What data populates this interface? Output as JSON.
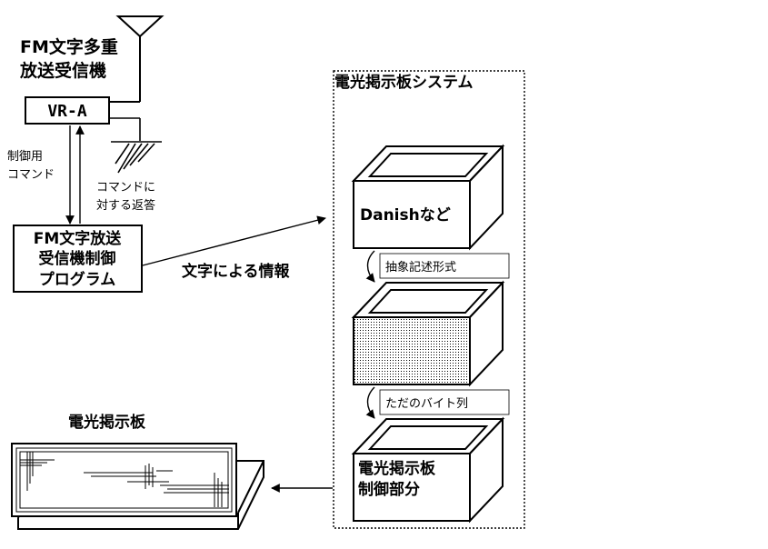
{
  "receiver": {
    "title_line1": "FM文字多重",
    "title_line2": "放送受信機",
    "device_label": "VR-A"
  },
  "links": {
    "control_command_line1": "制御用",
    "control_command_line2": "コマンド",
    "response_line1": "コマンドに",
    "response_line2": "対する返答",
    "text_info": "文字による情報"
  },
  "program": {
    "line1": "FM文字放送",
    "line2": "受信機制御",
    "line3": "プログラム"
  },
  "system": {
    "title": "電光掲示板システム",
    "top_box_label": "Danishなど",
    "abstract_label": "抽象記述形式",
    "bytes_label": "ただのバイト列",
    "control_line1": "電光掲示板",
    "control_line2": "制御部分"
  },
  "board": {
    "title": "電光掲示板"
  }
}
